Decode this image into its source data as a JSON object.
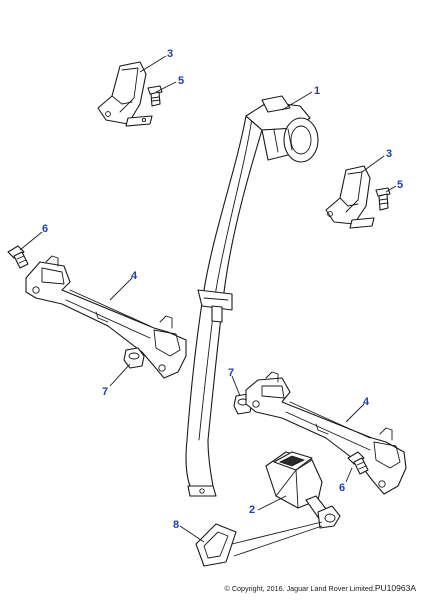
{
  "callouts": {
    "c1": "1",
    "c2": "2",
    "c3a": "3",
    "c3b": "3",
    "c4a": "4",
    "c4b": "4",
    "c5a": "5",
    "c5b": "5",
    "c6a": "6",
    "c6b": "6",
    "c7a": "7",
    "c7b": "7",
    "c8": "8"
  },
  "footer": {
    "copyright": "© Copyright, 2016. Jaguar Land Rover Limited.",
    "reference": "PU10963A"
  },
  "colors": {
    "callout_text": "#1f3fb0",
    "line_art": "#1a1a1a",
    "background": "#ffffff"
  }
}
